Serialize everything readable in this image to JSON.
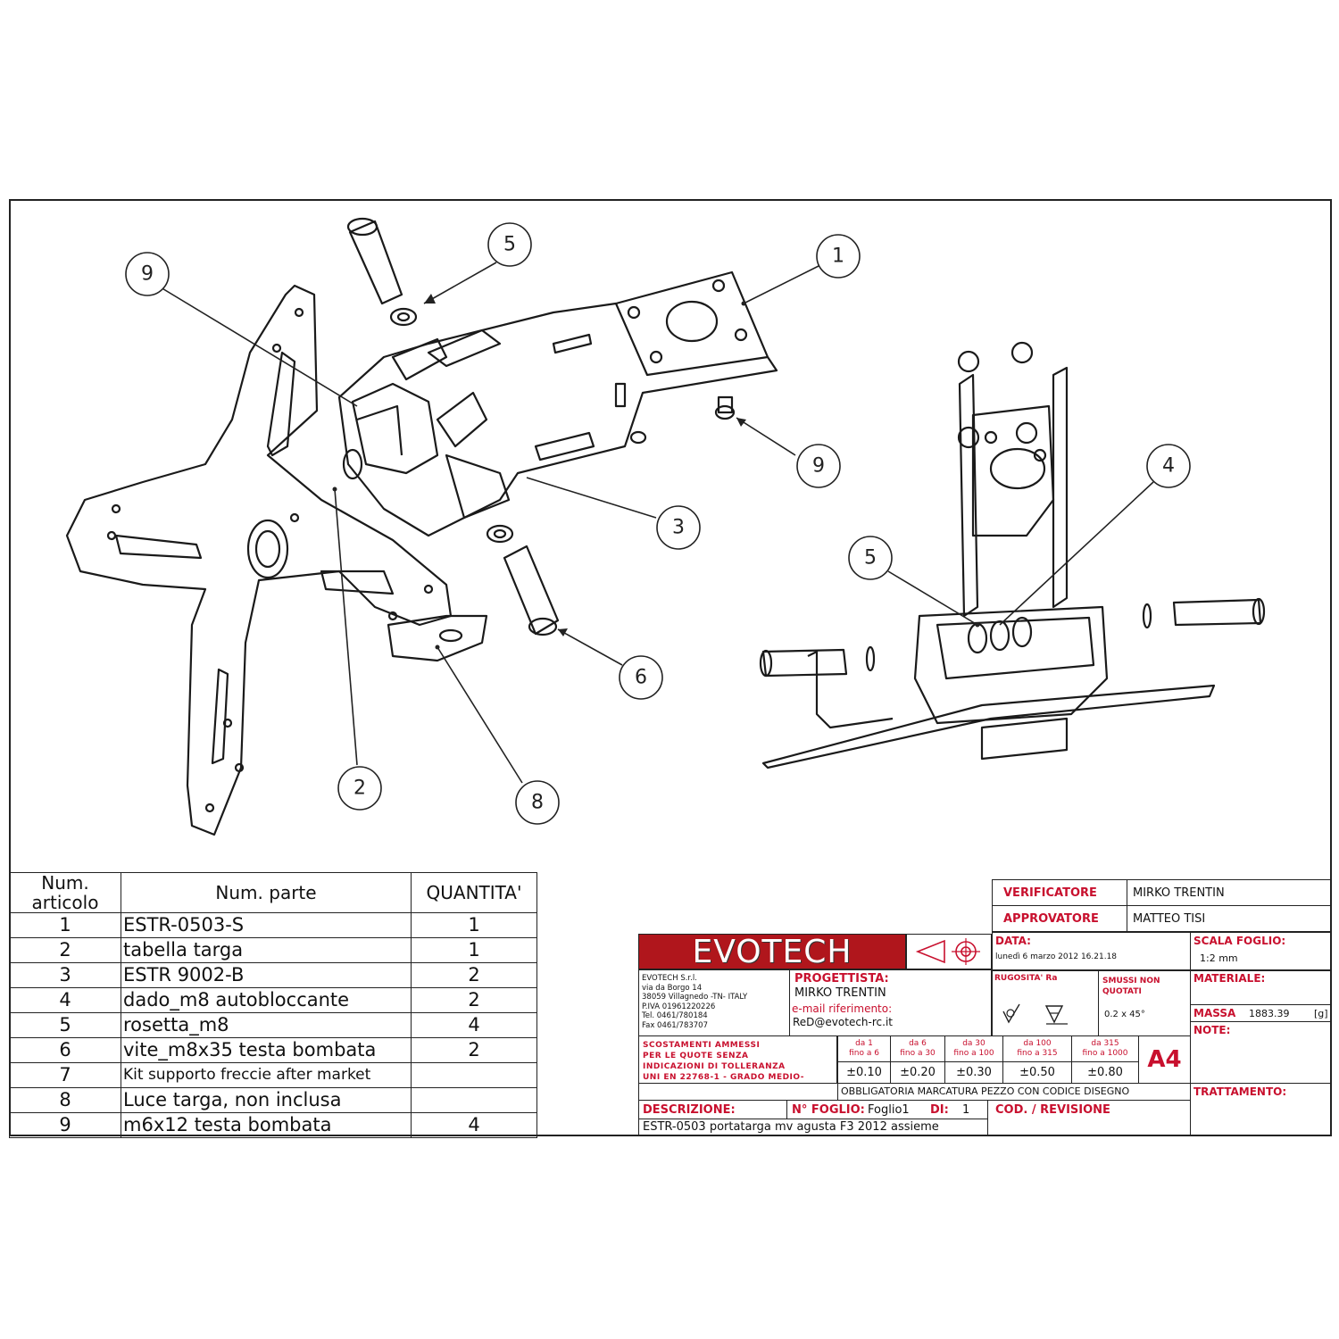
{
  "balloons": [
    {
      "label": "9"
    },
    {
      "label": "5"
    },
    {
      "label": "1"
    },
    {
      "label": "9"
    },
    {
      "label": "3"
    },
    {
      "label": "6"
    },
    {
      "label": "2"
    },
    {
      "label": "8"
    },
    {
      "label": "4"
    },
    {
      "label": "5"
    }
  ],
  "bom": {
    "headers": [
      "Num. articolo",
      "Num. parte",
      "QUANTITA'"
    ],
    "rows": [
      [
        "1",
        "ESTR-0503-S",
        "1"
      ],
      [
        "2",
        "tabella targa",
        "1"
      ],
      [
        "3",
        "ESTR 9002-B",
        "2"
      ],
      [
        "4",
        "dado_m8 autobloccante",
        "2"
      ],
      [
        "5",
        "rosetta_m8",
        "4"
      ],
      [
        "6",
        "vite_m8x35 testa bombata",
        "2"
      ],
      [
        "7",
        "Kit supporto freccie after market",
        ""
      ],
      [
        "8",
        "Luce targa, non inclusa",
        ""
      ],
      [
        "9",
        "m6x12 testa bombata",
        "4"
      ]
    ]
  },
  "title_block": {
    "logo": "EVOTECH",
    "verificatore_label": "VERIFICATORE",
    "verificatore": "MIRKO TRENTIN",
    "approvatore_label": "APPROVATORE",
    "approvatore": "MATTEO TISI",
    "data_label": "DATA:",
    "data": "lunedì 6 marzo 2012 16.21.18",
    "scala_label": "SCALA FOGLIO:",
    "scala": "1:2 mm",
    "company": [
      "EVOTECH S.r.l.",
      "via da Borgo 14",
      "38059 Villagnedo -TN- ITALY",
      "P.IVA 01961220226",
      "Tel. 0461/780184",
      "Fax 0461/783707"
    ],
    "progettista_label": "PROGETTISTA:",
    "progettista": "MIRKO TRENTIN",
    "email_label": "e-mail riferimento:",
    "email": "ReD@evotech-rc.it",
    "rugosita_label": "RUGOSITA' Ra",
    "smussi_label": "SMUSSI NON QUOTATI",
    "smussi": "0.2 x 45°",
    "materiale_label": "MATERIALE:",
    "massa_label": "MASSA",
    "massa": "1883.39",
    "massa_unit": "[g]",
    "note_label": "NOTE:",
    "scostamenti": [
      "SCOSTAMENTI AMMESSI",
      "PER LE QUOTE SENZA",
      "INDICAZIONI DI TOLLERANZA",
      "UNI EN 22768-1 - GRADO MEDIO-"
    ],
    "tol_ranges": [
      [
        "da 1",
        "fino a 6"
      ],
      [
        "da 6",
        "fino a 30"
      ],
      [
        "da 30",
        "fino a 100"
      ],
      [
        "da 100",
        "fino a 315"
      ],
      [
        "da 315",
        "fino a 1000"
      ]
    ],
    "tol_values": [
      "±0.10",
      "±0.20",
      "±0.30",
      "±0.50",
      "±0.80"
    ],
    "format": "A4",
    "obbligatoria": "OBBLIGATORIA MARCATURA PEZZO CON CODICE DISEGNO",
    "trattamento_label": "TRATTAMENTO:",
    "descrizione_label": "DESCRIZIONE:",
    "foglio_label": "N° FOGLIO:",
    "foglio": "Foglio1",
    "di_label": "DI:",
    "di": "1",
    "cod_label": "COD. / REVISIONE",
    "descrizione": "ESTR-0503 portatarga mv agusta F3 2012 assieme"
  }
}
